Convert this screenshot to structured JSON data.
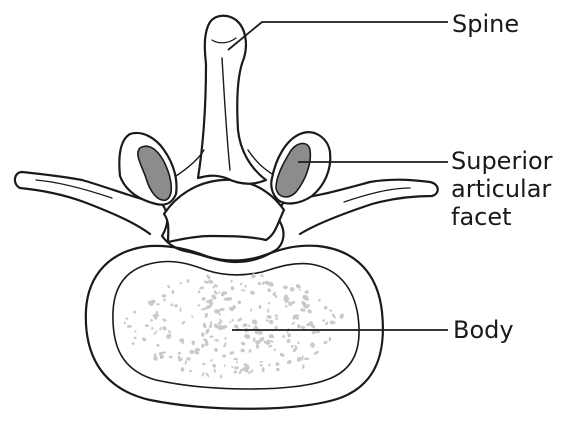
{
  "labels": {
    "spine": "Spine",
    "facet_line1": "Superior",
    "facet_line2": "articular",
    "facet_line3": "facet",
    "body": "Body"
  },
  "caption": "",
  "colors": {
    "outline": "#1a1a1a",
    "facet_fill": "#8c8c8c",
    "speckle": "#c9c9c9",
    "background": "#ffffff"
  }
}
